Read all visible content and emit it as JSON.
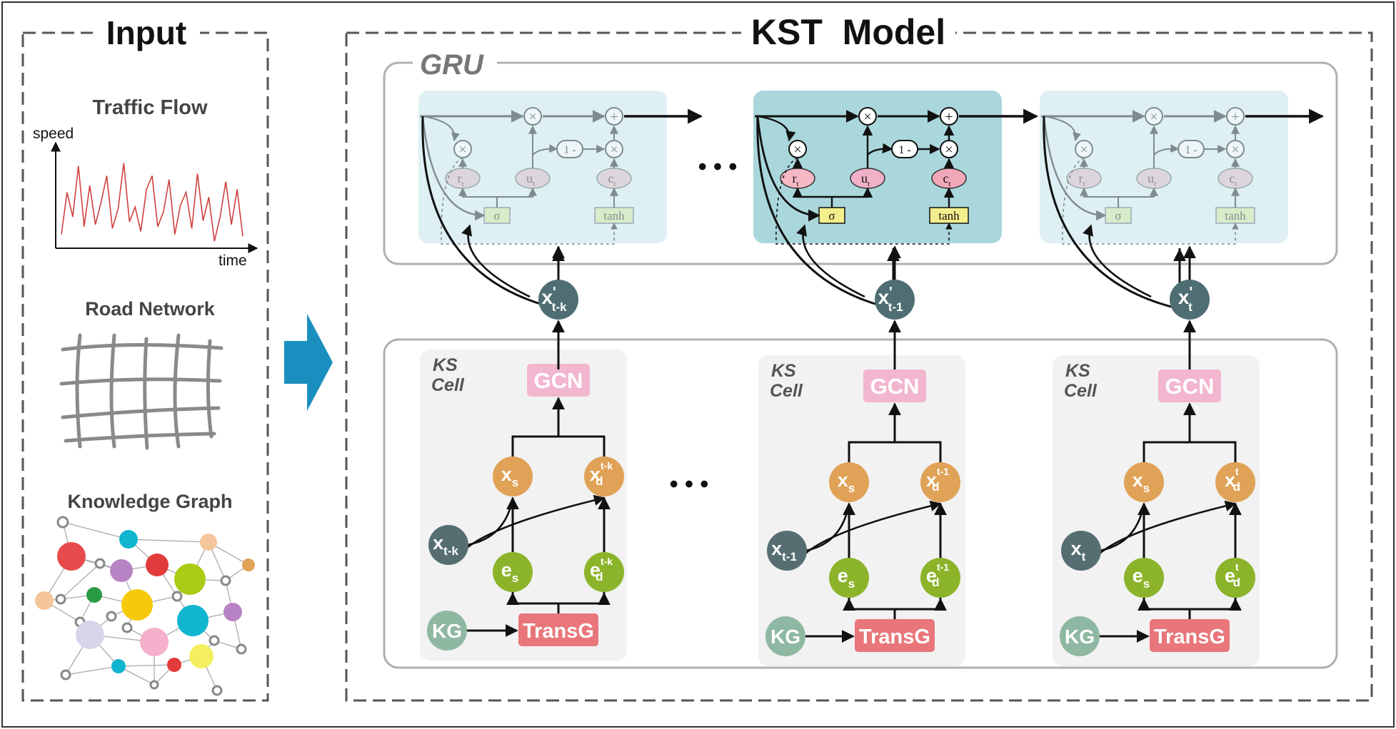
{
  "input_panel": {
    "title": "Input",
    "traffic_flow": {
      "title": "Traffic Flow",
      "y_axis": "speed",
      "x_axis": "time",
      "chart_data": {
        "type": "line",
        "y": [
          0.12,
          0.55,
          0.3,
          0.82,
          0.2,
          0.62,
          0.22,
          0.45,
          0.72,
          0.18,
          0.38,
          0.85,
          0.25,
          0.4,
          0.15,
          0.58,
          0.72,
          0.2,
          0.35,
          0.68,
          0.12,
          0.42,
          0.55,
          0.18,
          0.74,
          0.26,
          0.5,
          0.05,
          0.3,
          0.66,
          0.22,
          0.58,
          0.1
        ]
      }
    },
    "road_network": {
      "title": "Road Network"
    },
    "knowledge_graph": {
      "title": "Knowledge Graph"
    }
  },
  "model_panel": {
    "title": "KST  Model",
    "gru": {
      "title": "GRU",
      "ellipsis": "• • •",
      "gate_labels": {
        "mult": "×",
        "plus": "+",
        "one_minus": "1 -",
        "r": "r",
        "u": "u",
        "c": "c",
        "sub_t": "t",
        "sigma": "σ",
        "tanh": "tanh"
      }
    },
    "inputs": [
      {
        "base": "x",
        "prime": "'",
        "sub": "t-k"
      },
      {
        "base": "x",
        "prime": "'",
        "sub": "t-1"
      },
      {
        "base": "x",
        "prime": "'",
        "sub": "t"
      }
    ],
    "ks": {
      "ellipsis": "• • •",
      "cells": [
        {
          "title1": "KS",
          "title2": "Cell",
          "gcn": "GCN",
          "xs": "x",
          "xs_sub": "s",
          "xd": "x",
          "xd_sub": "d",
          "xd_sup": "t-k",
          "x": "x",
          "x_sub": "t-k",
          "es": "e",
          "es_sub": "s",
          "ed": "e",
          "ed_sub": "d",
          "ed_sup": "t-k",
          "kg": "KG",
          "transg": "TransG"
        },
        {
          "title1": "KS",
          "title2": "Cell",
          "gcn": "GCN",
          "xs": "x",
          "xs_sub": "s",
          "xd": "x",
          "xd_sub": "d",
          "xd_sup": "t-1",
          "x": "x",
          "x_sub": "t-1",
          "es": "e",
          "es_sub": "s",
          "ed": "e",
          "ed_sub": "d",
          "ed_sup": "t-1",
          "kg": "KG",
          "transg": "TransG"
        },
        {
          "title1": "KS",
          "title2": "Cell",
          "gcn": "GCN",
          "xs": "x",
          "xs_sub": "s",
          "xd": "x",
          "xd_sub": "d",
          "xd_sup": "t",
          "x": "x",
          "x_sub": "t",
          "es": "e",
          "es_sub": "s",
          "ed": "e",
          "ed_sub": "d",
          "ed_sup": "t",
          "kg": "KG",
          "transg": "TransG"
        }
      ]
    }
  },
  "colors": {
    "dash_border": "#555555",
    "panel_border": "#b0b0b0",
    "gru_cell_light": "#dff0f4",
    "gru_cell_active": "#a9d7dc",
    "ks_cell_bg": "#f2f2f2",
    "arrow_big": "#1a8fbf",
    "xprime_node": "#4f6e73",
    "gcn": "#f2b6cf",
    "gcn_text": "#ffffff",
    "x_nodes_orange": "#e0a257",
    "e_nodes_green": "#8cb42b",
    "x_input_node": "#566e72",
    "kg_node": "#8fb8a2",
    "transg": "#e8767a",
    "traffic_line": "#d04040",
    "road_line": "#8a8a8a",
    "r_ellipse": "#f5b8c4",
    "u_ellipse": "#f0b0c8",
    "c_ellipse": "#f0a8b8",
    "sigma_box": "#f5ee8c",
    "faded_ellipse": "#dcd6dc",
    "faded_box": "#d7ecc8"
  }
}
